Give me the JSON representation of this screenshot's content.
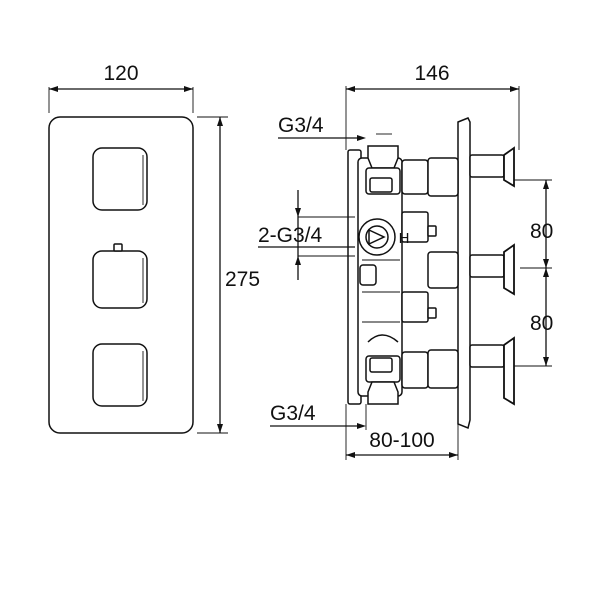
{
  "front_view": {
    "width_label": "120",
    "height_label": "275"
  },
  "side_view": {
    "depth_label": "146",
    "spacing_top_label": "80",
    "spacing_bottom_label": "80",
    "inlet_top_label": "G3/4",
    "inlet_mid_label": "2-G3/4",
    "inlet_bottom_label": "G3/4",
    "wall_depth_label": "80-100",
    "hot_mark": "H"
  }
}
